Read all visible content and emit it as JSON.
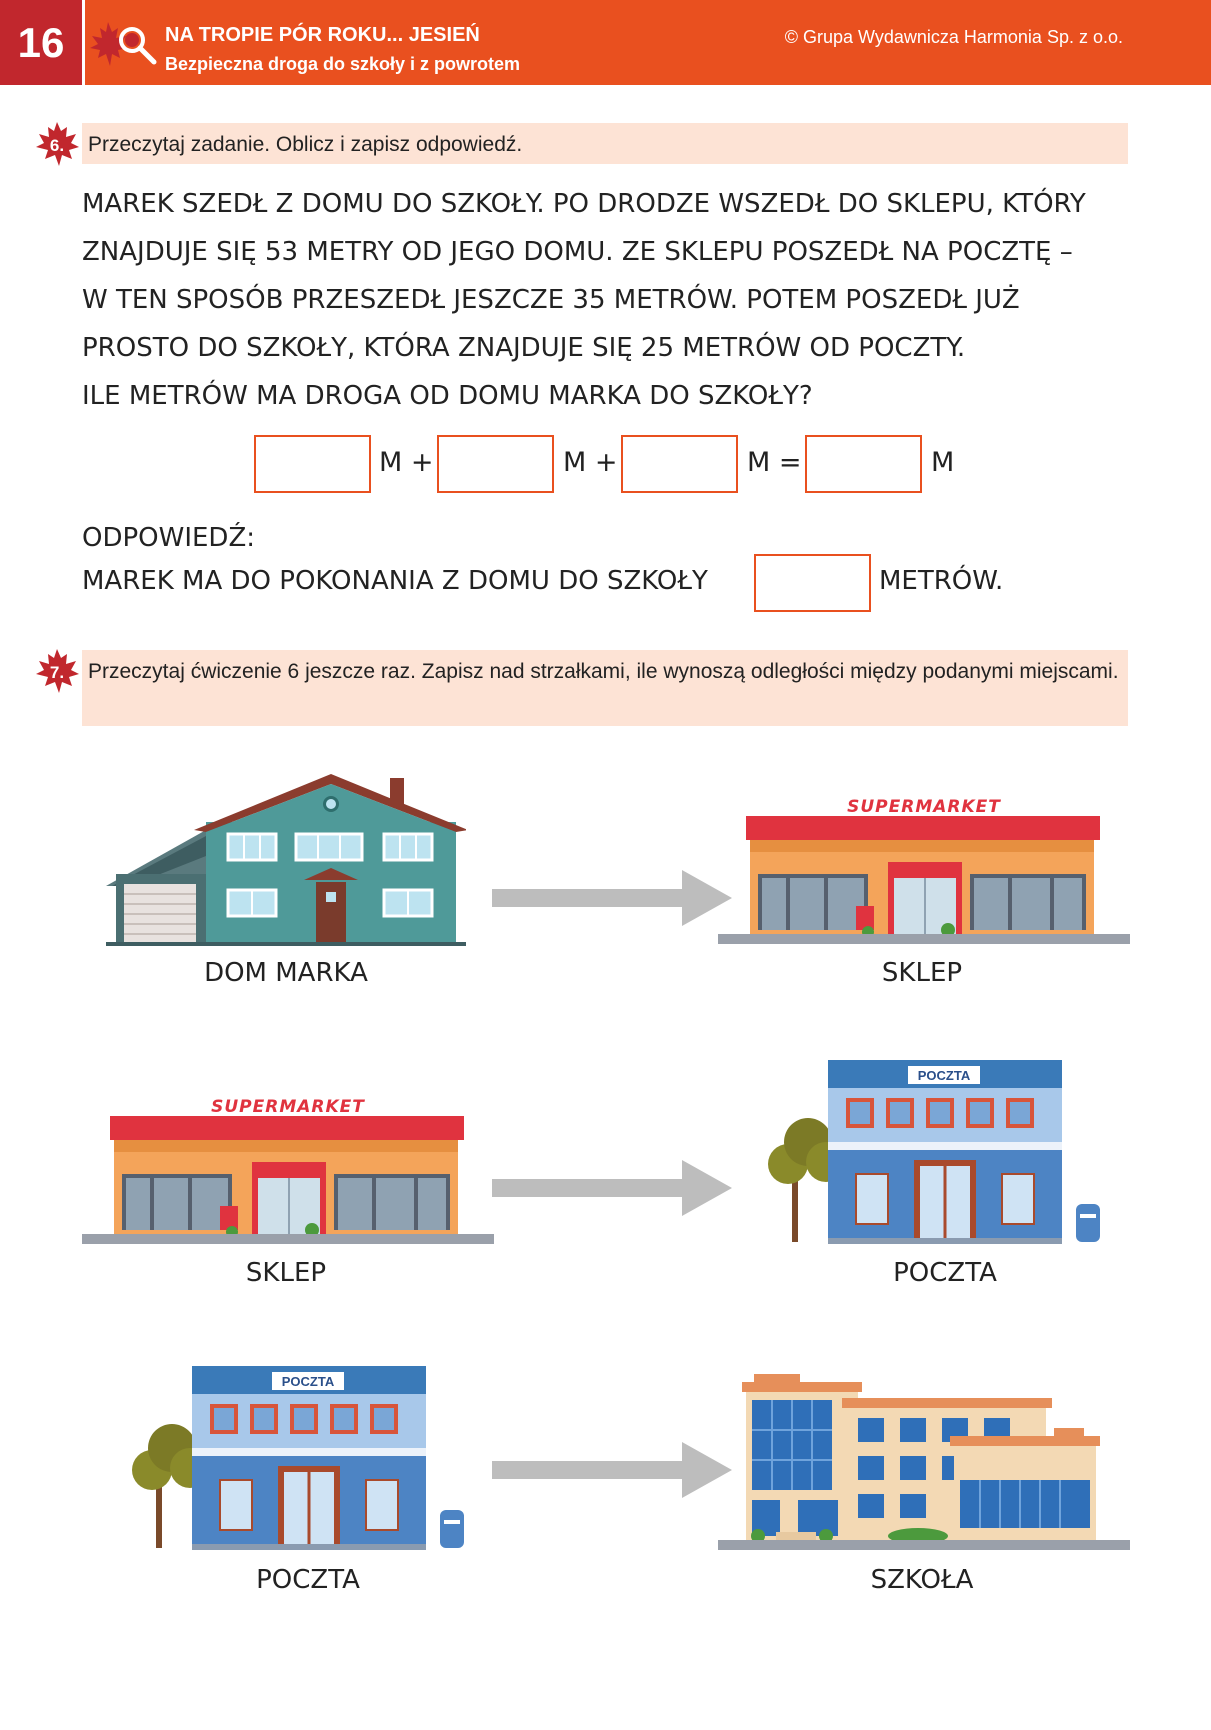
{
  "header": {
    "page_number": "16",
    "title": "NA TROPIE PÓR ROKU... JESIEŃ",
    "subtitle": "Bezpieczna droga do szkoły i z powrotem",
    "copyright": "© Grupa Wydawnicza Harmonia Sp. z o.o.",
    "accent_color": "#e9501f",
    "page_number_bg": "#c1272d"
  },
  "task6": {
    "number": "6.",
    "instruction": "Przeczytaj zadanie. Oblicz i zapisz odpowiedź.",
    "lines": [
      "MAREK SZEDŁ Z DOMU DO SZKOŁY. PO DRODZE WSZEDŁ DO SKLEPU, KTÓRY",
      "ZNAJDUJE SIĘ 53 METRY OD JEGO DOMU. ZE SKLEPU POSZEDŁ NA POCZTĘ –",
      "W TEN SPOSÓB PRZESZEDŁ JESZCZE 35 METRÓW. POTEM POSZEDŁ JUŻ",
      "PROSTO DO SZKOŁY, KTÓRA ZNAJDUJE SIĘ 25 METRÓW OD POCZTY.",
      "ILE METRÓW MA DROGA OD DOMU MARKA DO SZKOŁY?"
    ],
    "equation": {
      "sep1": "M +",
      "sep2": "M +",
      "sep3": "M =",
      "sep4": "M"
    },
    "answer_label": "ODPOWIEDŹ:",
    "answer_prefix": "MAREK MA DO POKONANIA Z DOMU DO SZKOŁY",
    "answer_suffix": "METRÓW."
  },
  "task7": {
    "number": "7.",
    "instruction": "Przeczytaj ćwiczenie 6 jeszcze raz. Zapisz nad strzałkami, ile wynoszą odległości między podanymi miejscami.",
    "rows": [
      {
        "from": "DOM MARKA",
        "to": "SKLEP"
      },
      {
        "from": "SKLEP",
        "to": "POCZTA"
      },
      {
        "from": "POCZTA",
        "to": "SZKOŁA"
      }
    ],
    "signs": {
      "supermarket": "SUPERMARKET",
      "post": "POCZTA"
    }
  }
}
